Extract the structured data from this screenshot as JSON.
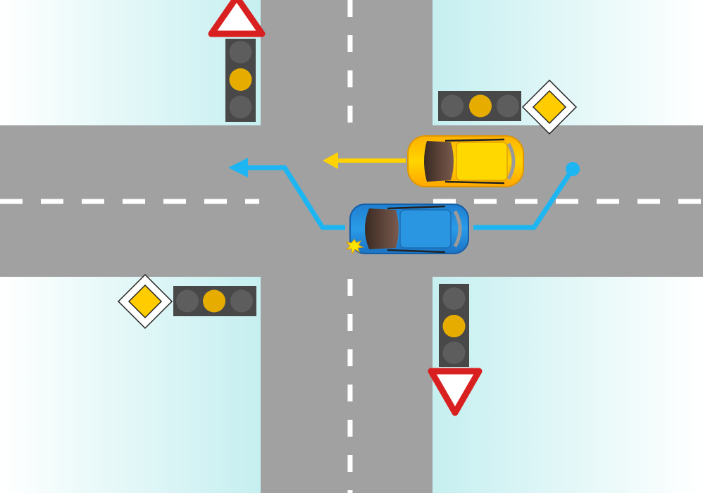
{
  "scene": {
    "type": "traffic-intersection",
    "description_colors": {
      "road": "#a0a0a0",
      "lane_marking": "#ffffff",
      "grass_gradient_from": "#c8f0f0",
      "grass_gradient_to": "#ffffff",
      "path_arrow": "#1eb4f0",
      "yellow_car_arrow": "#ffd700",
      "blue_car": "#2288dd",
      "yellow_car": "#ffcc00",
      "signal_housing": "#4a4a4a",
      "signal_off": "#5c5c5c",
      "signal_amber": "#e6ad00",
      "priority_sign_fill": "#ffcc00",
      "yield_sign_border": "#d82020"
    },
    "traffic_lights": [
      {
        "position": "north-west",
        "orientation": "vertical",
        "active_light": "amber-middle"
      },
      {
        "position": "north-east",
        "orientation": "horizontal",
        "active_light": "amber-middle"
      },
      {
        "position": "south-west",
        "orientation": "horizontal",
        "active_light": "amber-middle"
      },
      {
        "position": "south-east",
        "orientation": "vertical",
        "active_light": "amber-middle"
      }
    ],
    "signs": [
      {
        "position": "north-west",
        "type": "yield-sign"
      },
      {
        "position": "north-east",
        "type": "priority-road-sign"
      },
      {
        "position": "south-west",
        "type": "priority-road-sign"
      },
      {
        "position": "south-east",
        "type": "yield-sign"
      }
    ],
    "vehicles": [
      {
        "name": "yellow-car",
        "color": "yellow",
        "heading": "west",
        "lane": "westbound"
      },
      {
        "name": "blue-car",
        "color": "blue",
        "heading": "west",
        "lane": "eastbound-to-westbound",
        "collision_marker": true
      }
    ]
  }
}
